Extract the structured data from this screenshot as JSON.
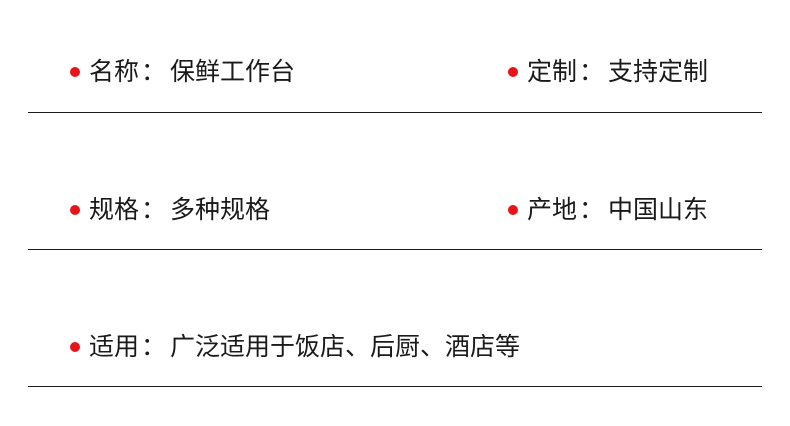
{
  "colors": {
    "bullet": "#e8141a",
    "text": "#1a1a1a",
    "divider": "#1a1a1a"
  },
  "specs": [
    {
      "label": "名称",
      "sep": "：",
      "value": "保鲜工作台"
    },
    {
      "label": "定制",
      "sep": "：",
      "value": "支持定制"
    },
    {
      "label": "规格",
      "sep": "：",
      "value": "多种规格"
    },
    {
      "label": "产地",
      "sep": "：",
      "value": "中国山东"
    },
    {
      "label": "适用",
      "sep": "：",
      "value": "广泛适用于饭店、后厨、酒店等"
    }
  ]
}
